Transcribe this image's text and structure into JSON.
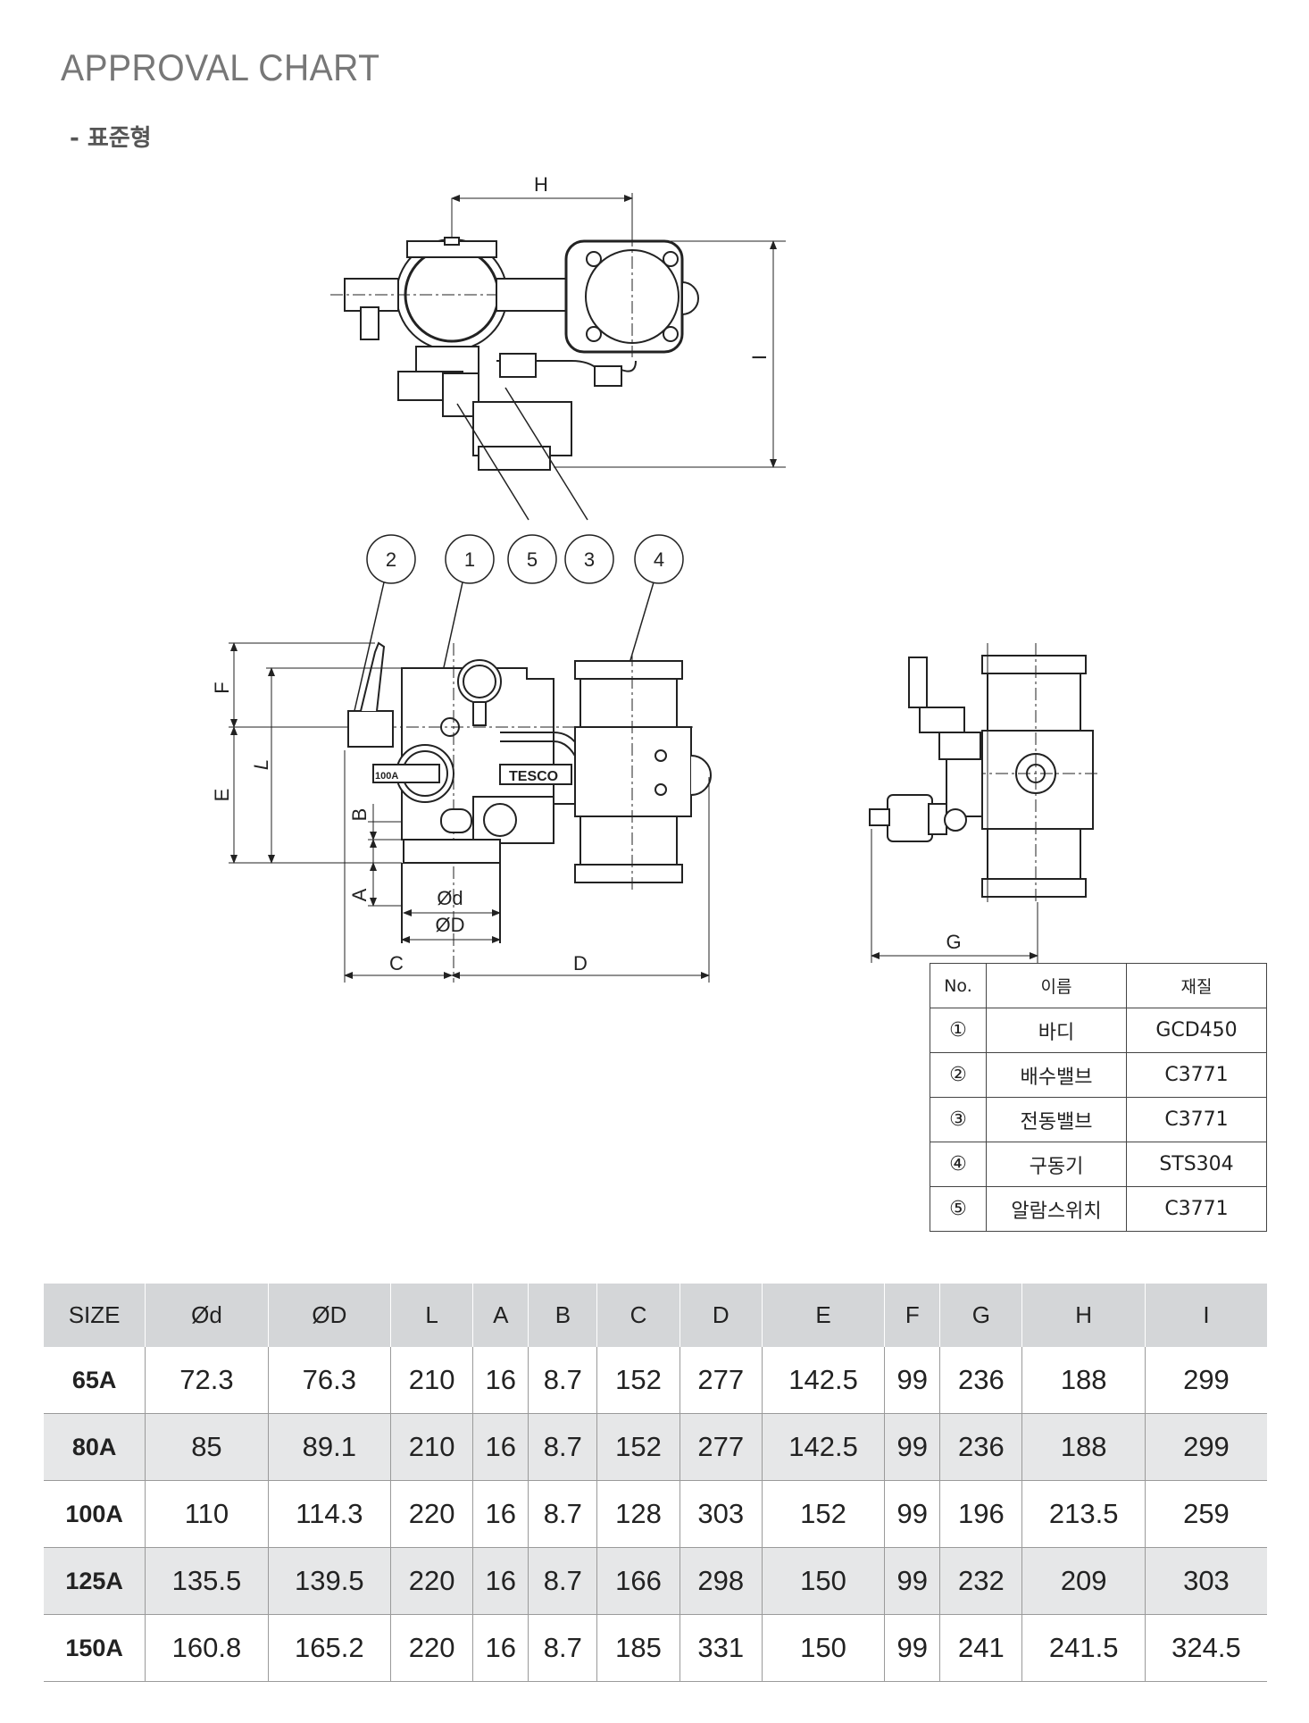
{
  "page": {
    "title": "APPROVAL CHART",
    "subtitle": "- 표준형"
  },
  "drawing": {
    "dimensions": {
      "H": "H",
      "I": "I",
      "F": "F",
      "E": "E",
      "L": "L",
      "B": "B",
      "A": "A",
      "d": "Ød",
      "D_dia": "ØD",
      "C": "C",
      "D": "D",
      "G": "G"
    },
    "balloons": [
      "2",
      "1",
      "5",
      "3",
      "4"
    ],
    "body_marking": "TESCO",
    "size_marking": "100A"
  },
  "parts_table": {
    "headers": [
      "No.",
      "이름",
      "재질"
    ],
    "rows": [
      {
        "no": "①",
        "name": "바디",
        "material": "GCD450"
      },
      {
        "no": "②",
        "name": "배수밸브",
        "material": "C3771"
      },
      {
        "no": "③",
        "name": "전동밸브",
        "material": "C3771"
      },
      {
        "no": "④",
        "name": "구동기",
        "material": "STS304"
      },
      {
        "no": "⑤",
        "name": "알람스위치",
        "material": "C3771"
      }
    ]
  },
  "size_table": {
    "headers": [
      "SIZE",
      "Ød",
      "ØD",
      "L",
      "A",
      "B",
      "C",
      "D",
      "E",
      "F",
      "G",
      "H",
      "I"
    ],
    "rows": [
      [
        "65A",
        "72.3",
        "76.3",
        "210",
        "16",
        "8.7",
        "152",
        "277",
        "142.5",
        "99",
        "236",
        "188",
        "299"
      ],
      [
        "80A",
        "85",
        "89.1",
        "210",
        "16",
        "8.7",
        "152",
        "277",
        "142.5",
        "99",
        "236",
        "188",
        "299"
      ],
      [
        "100A",
        "110",
        "114.3",
        "220",
        "16",
        "8.7",
        "128",
        "303",
        "152",
        "99",
        "196",
        "213.5",
        "259"
      ],
      [
        "125A",
        "135.5",
        "139.5",
        "220",
        "16",
        "8.7",
        "166",
        "298",
        "150",
        "99",
        "232",
        "209",
        "303"
      ],
      [
        "150A",
        "160.8",
        "165.2",
        "220",
        "16",
        "8.7",
        "185",
        "331",
        "150",
        "99",
        "241",
        "241.5",
        "324.5"
      ]
    ]
  }
}
